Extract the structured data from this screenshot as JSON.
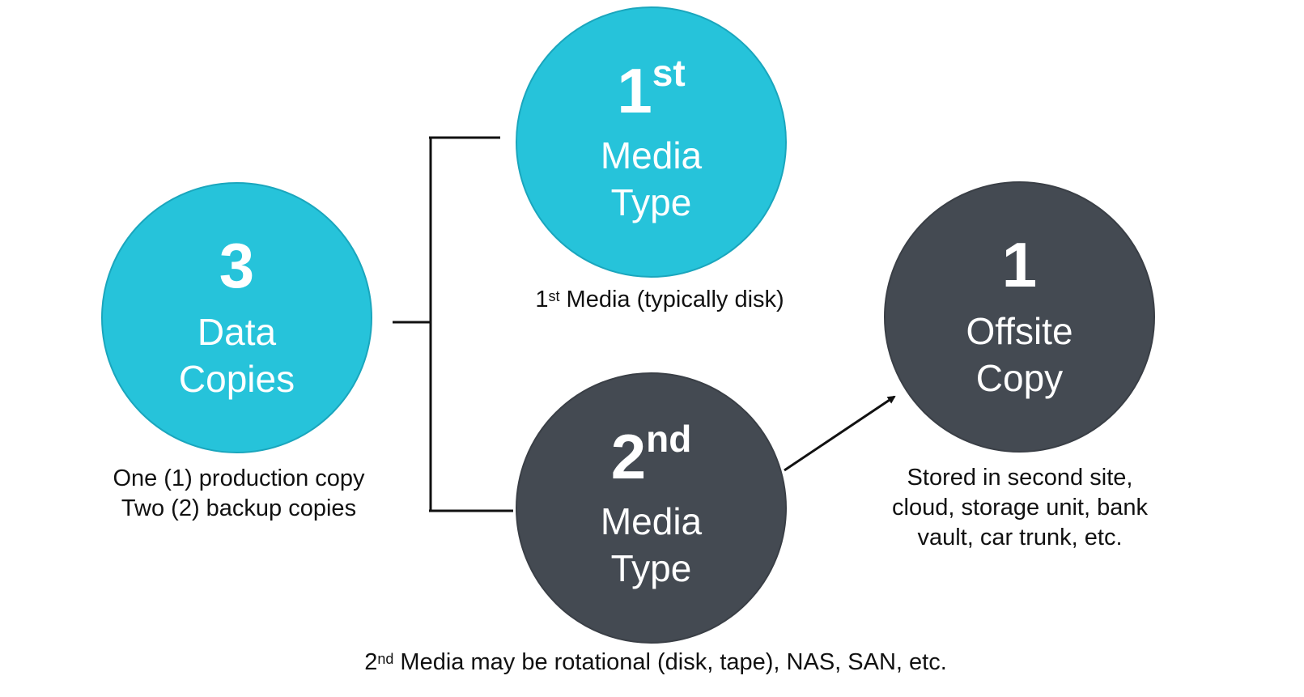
{
  "nodes": {
    "data_copies": {
      "number": "3",
      "line1": "Data",
      "line2": "Copies",
      "caption_line1": "One (1) production copy",
      "caption_line2": "Two (2) backup copies"
    },
    "first_media": {
      "number": "1",
      "ordinal": "st",
      "line1": "Media",
      "line2": "Type",
      "caption_number": "1",
      "caption_ordinal": "st",
      "caption_text": " Media (typically disk)"
    },
    "second_media": {
      "number": "2",
      "ordinal": "nd",
      "line1": "Media",
      "line2": "Type",
      "caption_number": "2",
      "caption_ordinal": "nd",
      "caption_text": " Media may be rotational (disk, tape), NAS, SAN, etc."
    },
    "offsite_copy": {
      "number": "1",
      "line1": "Offsite",
      "line2": "Copy",
      "caption_line1": "Stored in second site,",
      "caption_line2": "cloud, storage unit, bank",
      "caption_line3": "vault, car trunk, etc."
    }
  },
  "colors": {
    "teal": "#26c3da",
    "dark": "#444a52",
    "text_on_circle": "#ffffff",
    "caption_text": "#111111",
    "connector": "#111111"
  }
}
